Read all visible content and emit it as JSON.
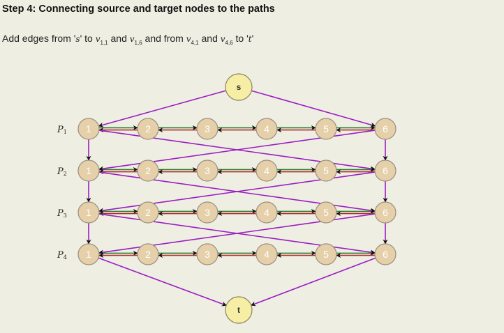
{
  "title": "Step 4: Connecting source and target nodes to the paths",
  "subtitle": {
    "t1": "Add edges from '",
    "s": "s",
    "t2": "' to ",
    "v": "v",
    "sub_a": "1,1",
    "t3": " and ",
    "sub_b": "1,6",
    "t4": " and from ",
    "sub_c": "4,1",
    "t5": " and ",
    "sub_d": "4,6",
    "t6": " to '",
    "t": "t",
    "t7": "'"
  },
  "graph": {
    "source_label": "s",
    "sink_label": "t",
    "path_labels": [
      "P1",
      "P2",
      "P3",
      "P4"
    ],
    "path_label_main": "P",
    "path_label_subs": [
      "1",
      "2",
      "3",
      "4"
    ],
    "node_labels": [
      "1",
      "2",
      "3",
      "4",
      "5",
      "6"
    ],
    "colors": {
      "node_fill": "#e5d0a9",
      "node_stroke": "#9a8e80",
      "node_text": "#ffffff",
      "terminal_fill": "#f6eea4",
      "terminal_stroke": "#8a8560",
      "forward_edge": "#2e7d2e",
      "backward_edge": "#b02d2d",
      "purple_edge": "#9a1ec2",
      "arrow": "#111111"
    }
  }
}
